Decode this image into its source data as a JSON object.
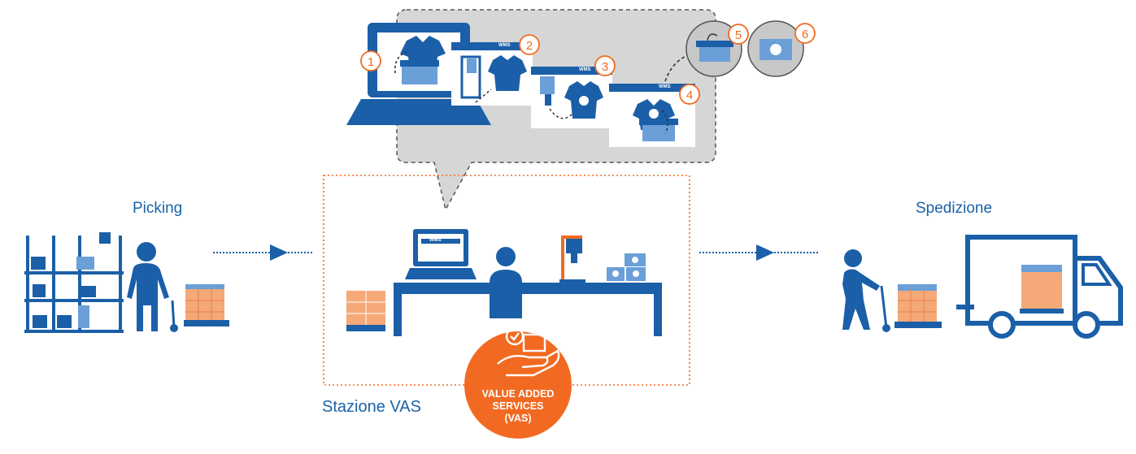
{
  "labels": {
    "picking": "Picking",
    "spedizione": "Spedizione",
    "stazione": "Stazione VAS"
  },
  "vas_badge": {
    "line1": "VALUE ADDED",
    "line2": "SERVICES",
    "line3": "(VAS)"
  },
  "steps": [
    "1",
    "2",
    "3",
    "4",
    "5",
    "6"
  ],
  "brand": "WMS",
  "colors": {
    "primary_blue": "#1b5fa8",
    "light_blue": "#6a9fd8",
    "orange": "#f26a21",
    "light_orange": "#f5a878",
    "bubble_gray": "#d6d6d6"
  }
}
